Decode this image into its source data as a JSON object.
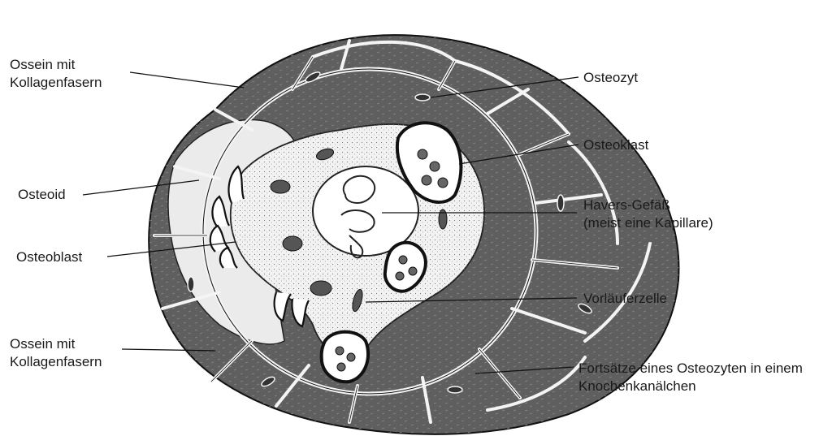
{
  "labels": {
    "ossein_top": [
      "Ossein mit",
      "Kollagenfasern"
    ],
    "osteoid": "Osteoid",
    "osteoblast": "Osteoblast",
    "ossein_bottom": [
      "Ossein mit",
      "Kollagenfasern"
    ],
    "osteozyt": "Osteozyt",
    "osteoklast": "Osteoklast",
    "havers": [
      "Havers-Gefäß",
      "(meist eine Kapillare)"
    ],
    "vorlaeuferzelle": "Vorläuferzelle",
    "fortsaetze": [
      "Fortsätze eines Osteozyten in einem",
      "Knochenkanälchen"
    ]
  },
  "colors": {
    "bone": "#5f5f5f",
    "canal_line": "#f4f4f4",
    "osteoid": "#ebebeb",
    "stroma": "#f2f2f2",
    "ink": "#111111"
  }
}
